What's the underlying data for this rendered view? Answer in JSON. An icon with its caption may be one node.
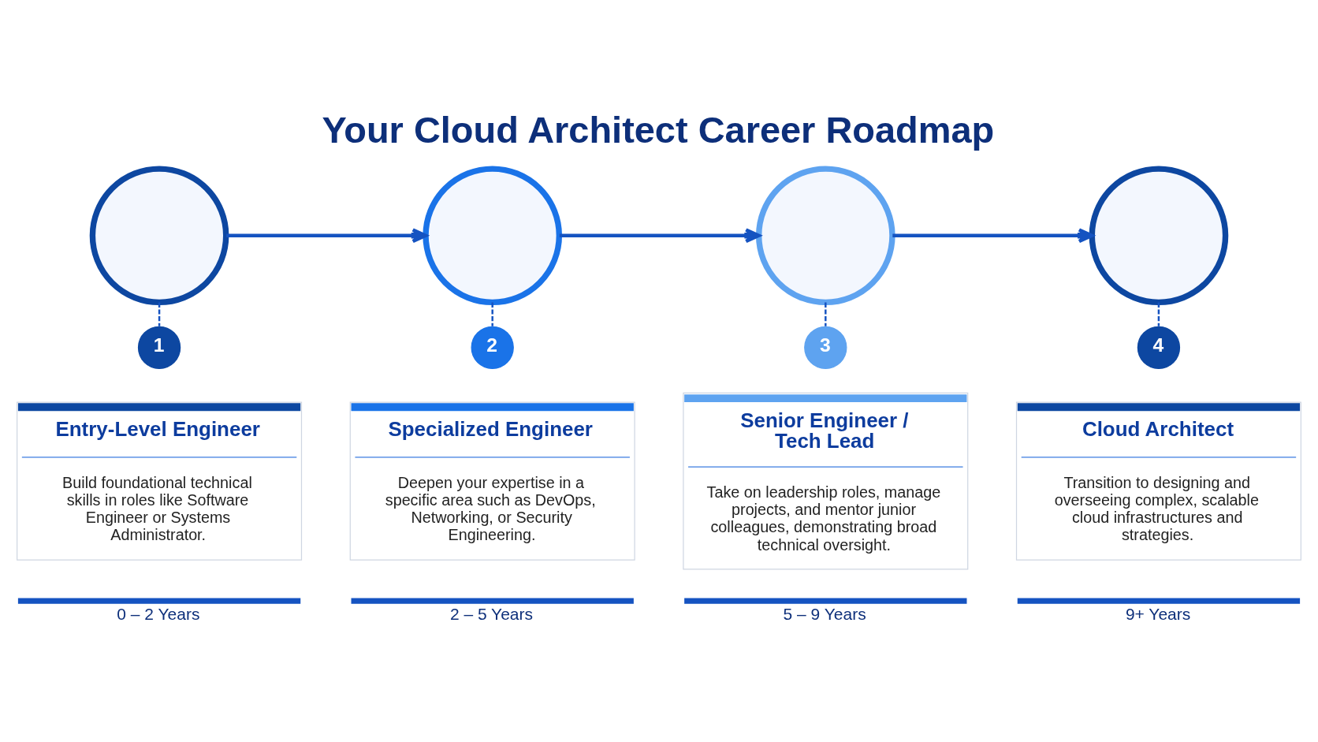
{
  "diagram": {
    "title": "Your Cloud Architect Career Roadmap",
    "nodes": [
      {
        "text": [],
        "shape": "circle"
      },
      {
        "text": [],
        "shape": "circle"
      },
      {
        "text": [],
        "shape": "circle"
      },
      {
        "text": [],
        "shape": "circle"
      },
      {
        "text": [
          "1"
        ]
      },
      {
        "text": [
          "2"
        ]
      },
      {
        "text": [
          "3"
        ]
      },
      {
        "text": [
          "4"
        ]
      },
      {
        "text": [
          "Entry-Level Engineer",
          "Build foundational technical skills in roles like Software Engineer or Systems Administrator."
        ],
        "beside": [
          "0 – 2 Years"
        ]
      },
      {
        "text": [
          "Specialized Engineer",
          "Deepen your expertise in a specific area such as DevOps, Networking, or Security Engineering."
        ],
        "beside": [
          "2 – 5 Years"
        ]
      },
      {
        "text": [
          "Senior Engineer / Tech Lead",
          "Take on leadership roles, manage projects, and mentor junior colleagues, demonstrating broad technical oversight."
        ],
        "beside": [
          "5 – 9 Years"
        ]
      },
      {
        "text": [
          "Cloud Architect",
          "Transition to designing and overseeing complex, scalable cloud infrastructures and strategies."
        ],
        "beside": [
          "9+ Years"
        ]
      }
    ],
    "edges": [
      {
        "from": 0,
        "to": 1,
        "arrow": "to"
      },
      {
        "from": 1,
        "to": 2,
        "arrow": "to"
      },
      {
        "from": 2,
        "to": 3,
        "arrow": "to"
      },
      {
        "from": 0,
        "to": 4,
        "arrow": "none",
        "style": "dashed"
      },
      {
        "from": 1,
        "to": 5,
        "arrow": "none",
        "style": "dashed"
      },
      {
        "from": 2,
        "to": 6,
        "arrow": "none",
        "style": "dashed"
      },
      {
        "from": 3,
        "to": 7,
        "arrow": "none",
        "style": "dashed"
      }
    ]
  }
}
